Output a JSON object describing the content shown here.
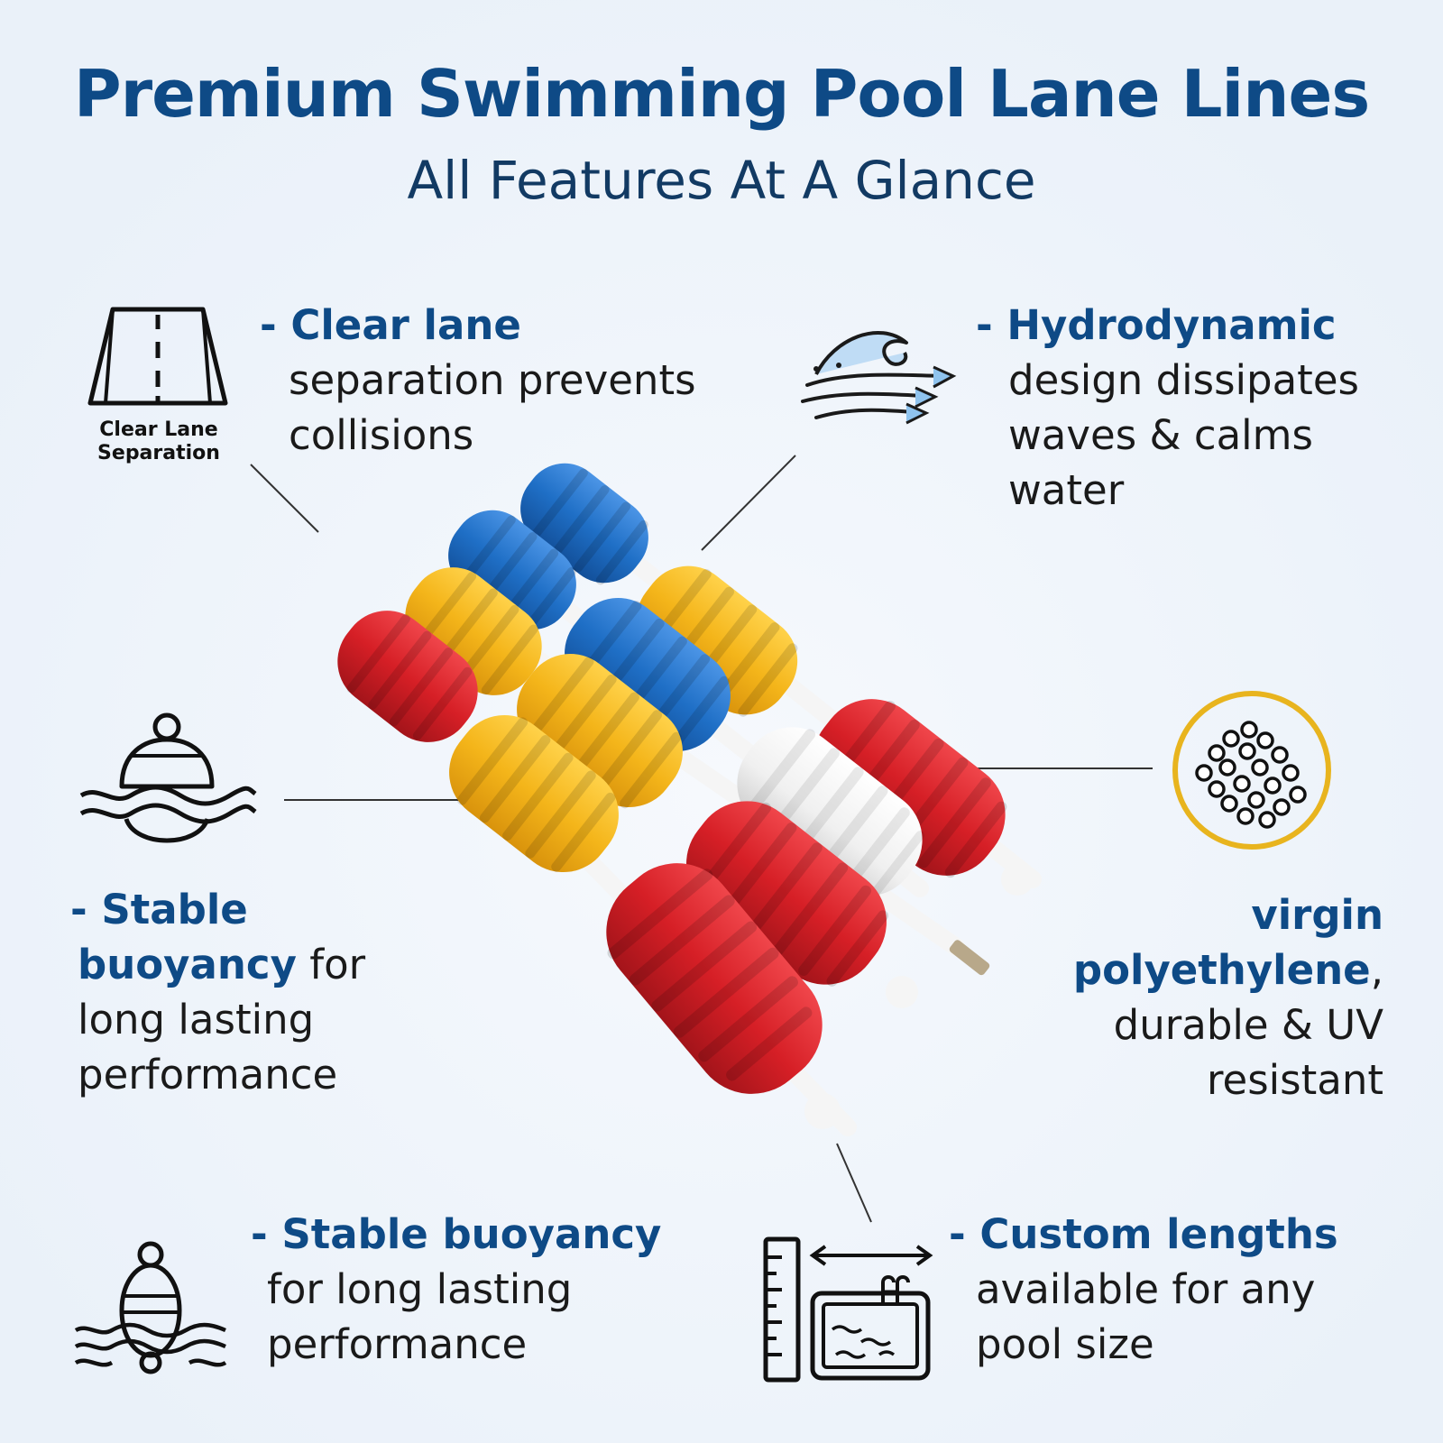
{
  "header": {
    "title": "Premium Swimming Pool Lane Lines",
    "subtitle": "All Features At A Glance"
  },
  "features": {
    "clear_lane": {
      "icon_caption_1": "Clear Lane",
      "icon_caption_2": "Separation",
      "heading": "- Clear lane",
      "line1": "separation prevents",
      "line2": "collisions"
    },
    "hydrodynamic": {
      "heading": "- Hydrodynamic",
      "line1": "design dissipates",
      "line2": "waves & calms",
      "line3": "water"
    },
    "stable_left": {
      "heading": "- Stable",
      "heading2": "buoyancy",
      "heading2_rest": " for",
      "line1": "long lasting",
      "line2": "performance"
    },
    "material": {
      "heading1": "virgin",
      "heading2": "polyethylene",
      "heading2_rest": ",",
      "line1": "durable & UV",
      "line2": "resistant"
    },
    "stable_bottom": {
      "heading": "- Stable buoyancy",
      "line1": "for long lasting",
      "line2": "performance"
    },
    "custom_lengths": {
      "heading": "- Custom lengths",
      "line1": "available for any",
      "line2": "pool size"
    }
  },
  "icons": {
    "clear_lane": "road-lane-icon",
    "hydrodynamic": "wave-icon",
    "stable_left": "buoy-icon",
    "material": "pellets-icon",
    "stable_bottom": "float-buoy-icon",
    "custom_lengths": "pool-ruler-icon"
  },
  "colors": {
    "brand_blue": "#0e4a86",
    "float_red": "#d61f26",
    "float_yellow": "#f4b51a",
    "float_blue": "#1f6fc6",
    "float_white": "#f4f4f4",
    "accent_gold": "#e8b41e"
  }
}
